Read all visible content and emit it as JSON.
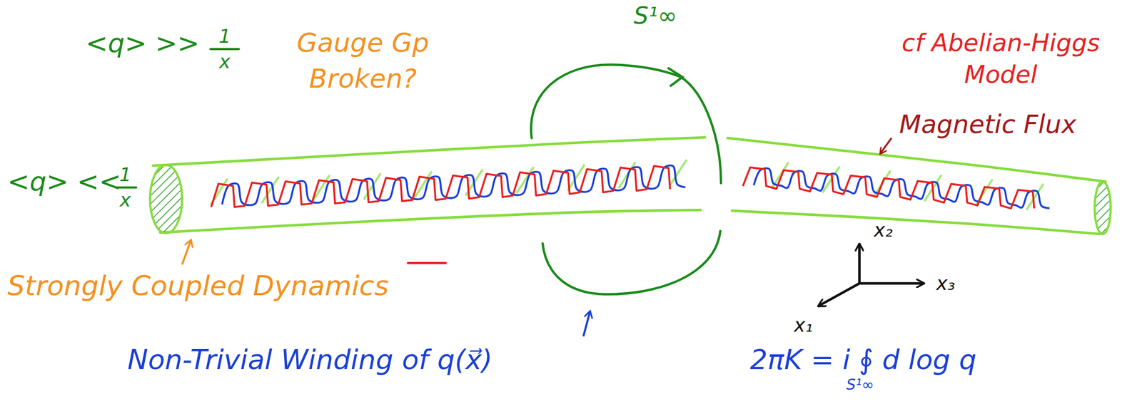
{
  "diagram": {
    "labels": [
      "<q> >>",
      "1",
      "x",
      "Gauge Gp Broken?",
      "S¹∞",
      "cf Abelian-Higgs Model",
      "Magnetic Flux",
      "<q> <<",
      "1",
      "x",
      "x₂",
      "x₃",
      "x₁",
      "Strongly Coupled Dynamics",
      "Non-Trivial Winding of q(x⃗)",
      "2πK = i ∮ d log q",
      "S¹∞"
    ]
  }
}
